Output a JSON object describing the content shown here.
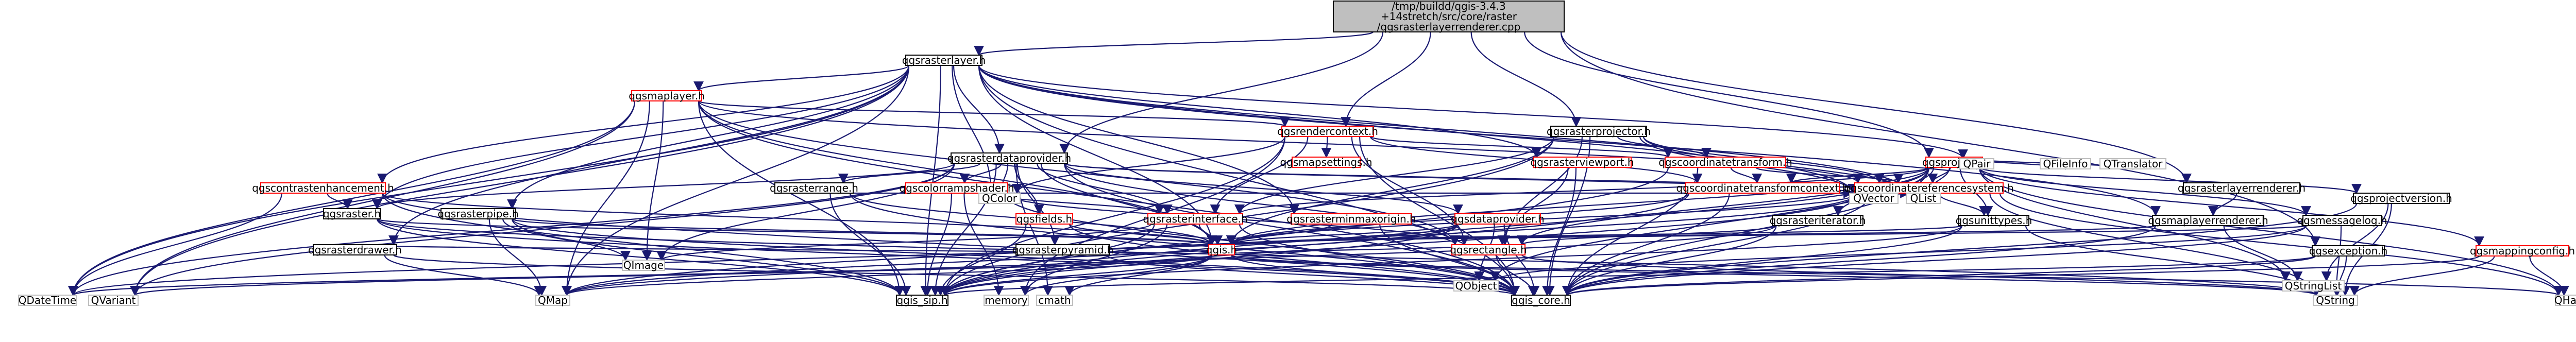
{
  "colors": {
    "edge": "#191970",
    "border_black": "#000000",
    "border_red": "#ff0000",
    "border_gray": "#bfbfbf",
    "fill_white": "#ffffff",
    "fill_root": "#bfbfbf",
    "text": "#000000"
  },
  "nodes": [
    {
      "id": "root",
      "lines": [
        "/tmp/buildd/qgis-3.4.3",
        "+14stretch/src/core/raster",
        "/qgsrasterlayerrenderer.cpp"
      ],
      "variant": "root"
    },
    {
      "id": "qgsrasterlayer",
      "lines": [
        "qgsrasterlayer.h"
      ],
      "variant": "normal"
    },
    {
      "id": "qgsmaplayer",
      "lines": [
        "qgsmaplayer.h"
      ],
      "variant": "red"
    },
    {
      "id": "qgsrendercontext",
      "lines": [
        "qgsrendercontext.h"
      ],
      "variant": "red"
    },
    {
      "id": "qgsrasterprojector",
      "lines": [
        "qgsrasterprojector.h"
      ],
      "variant": "normal"
    },
    {
      "id": "qgsproject",
      "lines": [
        "qgsproject.h"
      ],
      "variant": "red"
    },
    {
      "id": "qgsrasterdataprovider",
      "lines": [
        "qgsrasterdataprovider.h"
      ],
      "variant": "normal"
    },
    {
      "id": "qgsmapsettings",
      "lines": [
        "qgsmapsettings.h"
      ],
      "variant": "red"
    },
    {
      "id": "qgsrasterviewport",
      "lines": [
        "qgsrasterviewport.h"
      ],
      "variant": "red"
    },
    {
      "id": "qgscoordinatetransform",
      "lines": [
        "qgscoordinatetransform.h"
      ],
      "variant": "red"
    },
    {
      "id": "qgsrasterlayerrenderer",
      "lines": [
        "qgsrasterlayerrenderer.h"
      ],
      "variant": "normal"
    },
    {
      "id": "qgscontrastenhancement",
      "lines": [
        "qgscontrastenhancement.h"
      ],
      "variant": "red"
    },
    {
      "id": "qgsrasterrange",
      "lines": [
        "qgsrasterrange.h"
      ],
      "variant": "normal"
    },
    {
      "id": "qgscolorrampshader",
      "lines": [
        "qgscolorrampshader.h"
      ],
      "variant": "red"
    },
    {
      "id": "qgscoordinatetransformcontext",
      "lines": [
        "qgscoordinatetransformcontext.h"
      ],
      "variant": "red"
    },
    {
      "id": "qgscoordinatereferencesystem",
      "lines": [
        "qgscoordinatereferencesystem.h"
      ],
      "variant": "red"
    },
    {
      "id": "qgsraster",
      "lines": [
        "qgsraster.h"
      ],
      "variant": "normal"
    },
    {
      "id": "qgsrasterpipe",
      "lines": [
        "qgsrasterpipe.h"
      ],
      "variant": "normal"
    },
    {
      "id": "qgsrasterdrawer",
      "lines": [
        "qgsrasterdrawer.h"
      ],
      "variant": "normal"
    },
    {
      "id": "qgsrasterinterface",
      "lines": [
        "qgsrasterinterface.h"
      ],
      "variant": "red"
    },
    {
      "id": "qgsfields",
      "lines": [
        "qgsfields.h"
      ],
      "variant": "red"
    },
    {
      "id": "qgsrasterminmaxorigin",
      "lines": [
        "qgsrasterminmaxorigin.h"
      ],
      "variant": "red"
    },
    {
      "id": "qgsdataprovider",
      "lines": [
        "qgsdataprovider.h"
      ],
      "variant": "red"
    },
    {
      "id": "qgsrasteriterator",
      "lines": [
        "qgsrasteriterator.h"
      ],
      "variant": "normal"
    },
    {
      "id": "qgsunittypes",
      "lines": [
        "qgsunittypes.h"
      ],
      "variant": "normal"
    },
    {
      "id": "qgsmaplayerrenderer",
      "lines": [
        "qgsmaplayerrenderer.h"
      ],
      "variant": "normal"
    },
    {
      "id": "qgsmessagelog",
      "lines": [
        "qgsmessagelog.h"
      ],
      "variant": "normal"
    },
    {
      "id": "qgsprojectversion",
      "lines": [
        "qgsprojectversion.h"
      ],
      "variant": "normal"
    },
    {
      "id": "qgsexception",
      "lines": [
        "qgsexception.h"
      ],
      "variant": "normal"
    },
    {
      "id": "qgsmappingconfig",
      "lines": [
        "qgsmappingconfig.h"
      ],
      "variant": "red"
    },
    {
      "id": "qgsrasterpyramid",
      "lines": [
        "qgsrasterpyramid.h"
      ],
      "variant": "normal"
    },
    {
      "id": "qgsrectangle",
      "lines": [
        "qgsrectangle.h"
      ],
      "variant": "red"
    },
    {
      "id": "qgis",
      "lines": [
        "qgis.h"
      ],
      "variant": "red"
    },
    {
      "id": "QDateTime",
      "lines": [
        "QDateTime"
      ],
      "variant": "gray"
    },
    {
      "id": "QVariant",
      "lines": [
        "QVariant"
      ],
      "variant": "gray"
    },
    {
      "id": "QMap",
      "lines": [
        "QMap"
      ],
      "variant": "gray"
    },
    {
      "id": "QImage",
      "lines": [
        "QImage"
      ],
      "variant": "gray"
    },
    {
      "id": "QColor",
      "lines": [
        "QColor"
      ],
      "variant": "gray"
    },
    {
      "id": "QVector",
      "lines": [
        "QVector"
      ],
      "variant": "gray"
    },
    {
      "id": "QList",
      "lines": [
        "QList"
      ],
      "variant": "gray"
    },
    {
      "id": "QObject",
      "lines": [
        "QObject"
      ],
      "variant": "gray"
    },
    {
      "id": "QPair",
      "lines": [
        "QPair"
      ],
      "variant": "gray"
    },
    {
      "id": "QFileInfo",
      "lines": [
        "QFileInfo"
      ],
      "variant": "gray"
    },
    {
      "id": "QTranslator",
      "lines": [
        "QTranslator"
      ],
      "variant": "gray"
    },
    {
      "id": "QStringList",
      "lines": [
        "QStringList"
      ],
      "variant": "gray"
    },
    {
      "id": "QString",
      "lines": [
        "QString"
      ],
      "variant": "gray"
    },
    {
      "id": "QHash",
      "lines": [
        "QHash"
      ],
      "variant": "gray"
    },
    {
      "id": "qgis_sip",
      "lines": [
        "qgis_sip.h"
      ],
      "variant": "normal"
    },
    {
      "id": "memory",
      "lines": [
        "memory"
      ],
      "variant": "gray"
    },
    {
      "id": "cmath",
      "lines": [
        "cmath"
      ],
      "variant": "gray"
    },
    {
      "id": "qgis_core",
      "lines": [
        "qgis_core.h"
      ],
      "variant": "normal"
    }
  ],
  "edges": [
    [
      "root",
      "qgsrasterlayer"
    ],
    [
      "root",
      "qgsrendercontext"
    ],
    [
      "root",
      "qgsrasterprojector"
    ],
    [
      "root",
      "qgsrasterlayerrenderer"
    ],
    [
      "root",
      "qgsproject"
    ],
    [
      "root",
      "qgsexception"
    ],
    [
      "root",
      "qgsrasterdataprovider"
    ],
    [
      "qgsrasterlayer",
      "qgsmaplayer"
    ],
    [
      "qgsrasterlayer",
      "qgsrasterdataprovider"
    ],
    [
      "qgsrasterlayer",
      "qgsrasterviewport"
    ],
    [
      "qgsrasterlayer",
      "qgscontrastenhancement"
    ],
    [
      "qgsrasterlayer",
      "qgsraster"
    ],
    [
      "qgsrasterlayer",
      "qgsrasterpipe"
    ],
    [
      "qgsrasterlayer",
      "qgsrasterdrawer"
    ],
    [
      "qgsrasterlayer",
      "qgsrasterminmaxorigin"
    ],
    [
      "qgsrasterlayer",
      "QDateTime"
    ],
    [
      "qgsrasterlayer",
      "QVector"
    ],
    [
      "qgsrasterlayer",
      "QList"
    ],
    [
      "qgsrasterlayer",
      "QPair"
    ],
    [
      "qgsrasterlayer",
      "QColor"
    ],
    [
      "qgsrasterlayer",
      "qgis_core"
    ],
    [
      "qgsrasterlayer",
      "qgis_sip"
    ],
    [
      "qgsrasterlayer",
      "qgis"
    ],
    [
      "qgsrasterlayer",
      "qgsmaplayerrenderer"
    ],
    [
      "qgsrasterlayer",
      "QMap"
    ],
    [
      "qgsrasterlayer",
      "QVariant"
    ],
    [
      "qgsmaplayer",
      "qgsrendercontext"
    ],
    [
      "qgsmaplayer",
      "qgscoordinatereferencesystem"
    ],
    [
      "qgsmaplayer",
      "qgsrectangle"
    ],
    [
      "qgsmaplayer",
      "qgis"
    ],
    [
      "qgsmaplayer",
      "QDateTime"
    ],
    [
      "qgsmaplayer",
      "QImage"
    ],
    [
      "qgsmaplayer",
      "QVariant"
    ],
    [
      "qgsmaplayer",
      "QMap"
    ],
    [
      "qgsmaplayer",
      "qgis_core"
    ],
    [
      "qgsmaplayer",
      "qgis_sip"
    ],
    [
      "qgsrendercontext",
      "qgsmapsettings"
    ],
    [
      "qgsrendercontext",
      "qgscoordinatetransform"
    ],
    [
      "qgsrendercontext",
      "qgscoordinatetransformcontext"
    ],
    [
      "qgsrendercontext",
      "qgsrasterinterface"
    ],
    [
      "qgsrendercontext",
      "qgsrectangle"
    ],
    [
      "qgsrendercontext",
      "qgis_core"
    ],
    [
      "qgsrendercontext",
      "qgis_sip"
    ],
    [
      "qgsrendercontext",
      "QColor"
    ],
    [
      "qgsrendercontext",
      "memory"
    ],
    [
      "qgsrasterprojector",
      "qgscoordinatetransform"
    ],
    [
      "qgsrasterprojector",
      "qgscoordinatereferencesystem"
    ],
    [
      "qgsrasterprojector",
      "qgsrasterinterface"
    ],
    [
      "qgsrasterprojector",
      "qgsrectangle"
    ],
    [
      "qgsrasterprojector",
      "qgis_core"
    ],
    [
      "qgsrasterprojector",
      "qgis_sip"
    ],
    [
      "qgsrasterprojector",
      "qgis"
    ],
    [
      "qgsrasterprojector",
      "QVector"
    ],
    [
      "qgsrasterprojector",
      "QList"
    ],
    [
      "qgsproject",
      "qgscoordinatereferencesystem"
    ],
    [
      "qgsproject",
      "qgsmessagelog"
    ],
    [
      "qgsproject",
      "qgsprojectversion"
    ],
    [
      "qgsproject",
      "qgsmappingconfig"
    ],
    [
      "qgsproject",
      "qgsunittypes"
    ],
    [
      "qgsproject",
      "qgsrasterinterface"
    ],
    [
      "qgsproject",
      "qgis"
    ],
    [
      "qgsproject",
      "qgis_core"
    ],
    [
      "qgsproject",
      "qgis_sip"
    ],
    [
      "qgsproject",
      "QHash"
    ],
    [
      "qgsproject",
      "QStringList"
    ],
    [
      "qgsproject",
      "QList"
    ],
    [
      "qgsproject",
      "QPair"
    ],
    [
      "qgsproject",
      "QFileInfo"
    ],
    [
      "qgsproject",
      "QTranslator"
    ],
    [
      "qgsproject",
      "QObject"
    ],
    [
      "qgsproject",
      "qgscoordinatetransformcontext"
    ],
    [
      "qgsproject",
      "qgsrasteriterator"
    ],
    [
      "qgsproject",
      "qgsrectangle"
    ],
    [
      "qgsrasterdataprovider",
      "qgsrasterrange"
    ],
    [
      "qgsrasterdataprovider",
      "qgscolorrampshader"
    ],
    [
      "qgsrasterdataprovider",
      "qgsraster"
    ],
    [
      "qgsrasterdataprovider",
      "qgsrasterinterface"
    ],
    [
      "qgsrasterdataprovider",
      "qgsdataprovider"
    ],
    [
      "qgsrasterdataprovider",
      "qgsfields"
    ],
    [
      "qgsrasterdataprovider",
      "qgsrasterpyramid"
    ],
    [
      "qgsrasterdataprovider",
      "qgsrectangle"
    ],
    [
      "qgsrasterdataprovider",
      "qgis"
    ],
    [
      "qgsrasterdataprovider",
      "qgis_core"
    ],
    [
      "qgsrasterdataprovider",
      "qgis_sip"
    ],
    [
      "qgsrasterdataprovider",
      "QImage"
    ],
    [
      "qgsrasterdataprovider",
      "QDateTime"
    ],
    [
      "qgsrasterdataprovider",
      "QVariant"
    ],
    [
      "qgsrasterdataprovider",
      "QColor"
    ],
    [
      "qgsrasterdataprovider",
      "QVector"
    ],
    [
      "qgsrasterdataprovider",
      "QList"
    ],
    [
      "qgsrasterdataprovider",
      "cmath"
    ],
    [
      "qgsrasterviewport",
      "qgsrectangle"
    ],
    [
      "qgsrasterviewport",
      "qgis_core"
    ],
    [
      "qgscoordinatetransform",
      "qgscoordinatereferencesystem"
    ],
    [
      "qgscoordinatetransform",
      "qgscoordinatetransformcontext"
    ],
    [
      "qgscoordinatetransform",
      "qgis_core"
    ],
    [
      "qgscoordinatetransform",
      "qgis_sip"
    ],
    [
      "qgsrasterlayerrenderer",
      "qgsmaplayerrenderer"
    ],
    [
      "qgscontrastenhancement",
      "qgsraster"
    ],
    [
      "qgscontrastenhancement",
      "qgis"
    ],
    [
      "qgscontrastenhancement",
      "qgis_core"
    ],
    [
      "qgscontrastenhancement",
      "qgis_sip"
    ],
    [
      "qgscontrastenhancement",
      "QDateTime"
    ],
    [
      "qgsrasterrange",
      "qgis"
    ],
    [
      "qgsrasterrange",
      "qgis_core"
    ],
    [
      "qgsrasterrange",
      "qgis_sip"
    ],
    [
      "qgsrasterrange",
      "QList"
    ],
    [
      "qgscolorrampshader",
      "qgsrasterinterface"
    ],
    [
      "qgscolorrampshader",
      "qgsrectangle"
    ],
    [
      "qgscolorrampshader",
      "qgis_core"
    ],
    [
      "qgscolorrampshader",
      "qgis_sip"
    ],
    [
      "qgscolorrampshader",
      "QColor"
    ],
    [
      "qgscolorrampshader",
      "QVector"
    ],
    [
      "qgscolorrampshader",
      "memory"
    ],
    [
      "qgscoordinatetransformcontext",
      "qgis"
    ],
    [
      "qgscoordinatetransformcontext",
      "qgis_core"
    ],
    [
      "qgscoordinatetransformcontext",
      "qgis_sip"
    ],
    [
      "qgscoordinatereferencesystem",
      "qgsunittypes"
    ],
    [
      "qgscoordinatereferencesystem",
      "qgis"
    ],
    [
      "qgscoordinatereferencesystem",
      "qgis_core"
    ],
    [
      "qgscoordinatereferencesystem",
      "qgis_sip"
    ],
    [
      "qgscoordinatereferencesystem",
      "QString"
    ],
    [
      "qgscoordinatereferencesystem",
      "QMap"
    ],
    [
      "qgscoordinatereferencesystem",
      "QHash"
    ],
    [
      "qgsraster",
      "qgis"
    ],
    [
      "qgsraster",
      "qgis_core"
    ],
    [
      "qgsraster",
      "qgis_sip"
    ],
    [
      "qgsraster",
      "QString"
    ],
    [
      "qgsrasterpipe",
      "qgis"
    ],
    [
      "qgsrasterpipe",
      "qgis_core"
    ],
    [
      "qgsrasterpipe",
      "qgis_sip"
    ],
    [
      "qgsrasterpipe",
      "QImage"
    ],
    [
      "qgsrasterpipe",
      "QMap"
    ],
    [
      "qgsrasterdrawer",
      "qgis"
    ],
    [
      "qgsrasterdrawer",
      "qgis_core"
    ],
    [
      "qgsrasterdrawer",
      "QMap"
    ],
    [
      "qgsrasterinterface",
      "qgis"
    ],
    [
      "qgsrasterinterface",
      "qgis_core"
    ],
    [
      "qgsrasterinterface",
      "qgis_sip"
    ],
    [
      "qgsrasterinterface",
      "QImage"
    ],
    [
      "qgsrasterinterface",
      "memory"
    ],
    [
      "qgsfields",
      "qgis"
    ],
    [
      "qgsfields",
      "qgis_core"
    ],
    [
      "qgsfields",
      "qgis_sip"
    ],
    [
      "qgsrasterminmaxorigin",
      "qgis"
    ],
    [
      "qgsrasterminmaxorigin",
      "qgis_core"
    ],
    [
      "qgsdataprovider",
      "qgis"
    ],
    [
      "qgsdataprovider",
      "qgis_core"
    ],
    [
      "qgsdataprovider",
      "qgis_sip"
    ],
    [
      "qgsdataprovider",
      "QObject"
    ],
    [
      "qgsdataprovider",
      "QDateTime"
    ],
    [
      "qgsdataprovider",
      "QMap"
    ],
    [
      "qgsrasteriterator",
      "qgsrectangle"
    ],
    [
      "qgsrasteriterator",
      "qgis_core"
    ],
    [
      "qgsrasteriterator",
      "QMap"
    ],
    [
      "qgsunittypes",
      "qgis"
    ],
    [
      "qgsunittypes",
      "qgis_core"
    ],
    [
      "qgsunittypes",
      "qgis_sip"
    ],
    [
      "qgsunittypes",
      "QString"
    ],
    [
      "qgsmaplayerrenderer",
      "qgis"
    ],
    [
      "qgsmaplayerrenderer",
      "qgis_core"
    ],
    [
      "qgsmaplayerrenderer",
      "QStringList"
    ],
    [
      "qgsmessagelog",
      "qgis"
    ],
    [
      "qgsmessagelog",
      "qgis_core"
    ],
    [
      "qgsmessagelog",
      "QString"
    ],
    [
      "qgsmessagelog",
      "QObject"
    ],
    [
      "qgsprojectversion",
      "qgis_core"
    ],
    [
      "qgsprojectversion",
      "QString"
    ],
    [
      "qgsprojectversion",
      "QStringList"
    ],
    [
      "qgsexception",
      "qgis_core"
    ],
    [
      "qgsexception",
      "qgis_sip"
    ],
    [
      "qgsexception",
      "QString"
    ],
    [
      "qgsmappingconfig",
      "qgis_core"
    ],
    [
      "qgsmappingconfig",
      "QString"
    ],
    [
      "qgsmappingconfig",
      "QHash"
    ],
    [
      "qgsrasterpyramid",
      "qgis_core"
    ],
    [
      "qgsrectangle",
      "qgis"
    ],
    [
      "qgsrectangle",
      "qgis_core"
    ],
    [
      "qgsrectangle",
      "QString"
    ],
    [
      "qgis",
      "qgis_core"
    ],
    [
      "qgis",
      "qgis_sip"
    ],
    [
      "qgis",
      "memory"
    ],
    [
      "qgis",
      "cmath"
    ],
    [
      "qgis",
      "QMap"
    ],
    [
      "qgis",
      "QString"
    ],
    [
      "qgis",
      "QVariant"
    ],
    [
      "qgis",
      "QDateTime"
    ],
    [
      "qgis",
      "QHash"
    ]
  ]
}
